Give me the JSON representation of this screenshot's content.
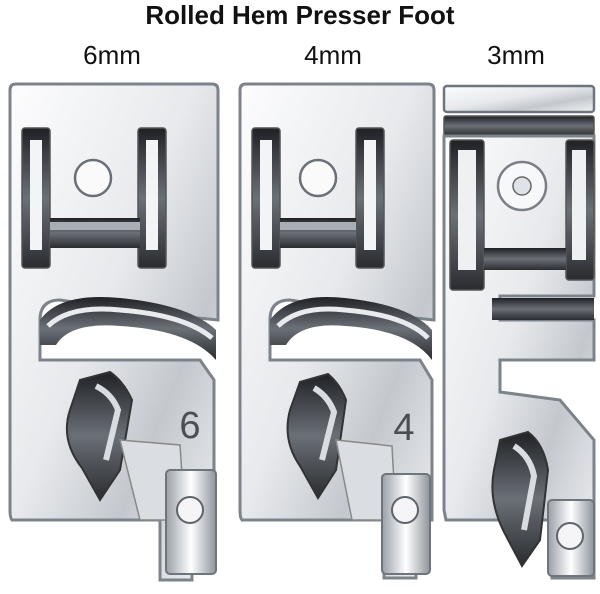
{
  "title": "Rolled Hem Presser Foot",
  "feet": [
    {
      "label": "6mm",
      "engraved_number": "6"
    },
    {
      "label": "4mm",
      "engraved_number": "4"
    },
    {
      "label": "3mm",
      "engraved_number": ""
    }
  ],
  "colors": {
    "background": "#ffffff",
    "metal_light": "#f4f5f7",
    "metal_mid": "#c9cdd3",
    "metal_dark": "#3a3d42"
  }
}
